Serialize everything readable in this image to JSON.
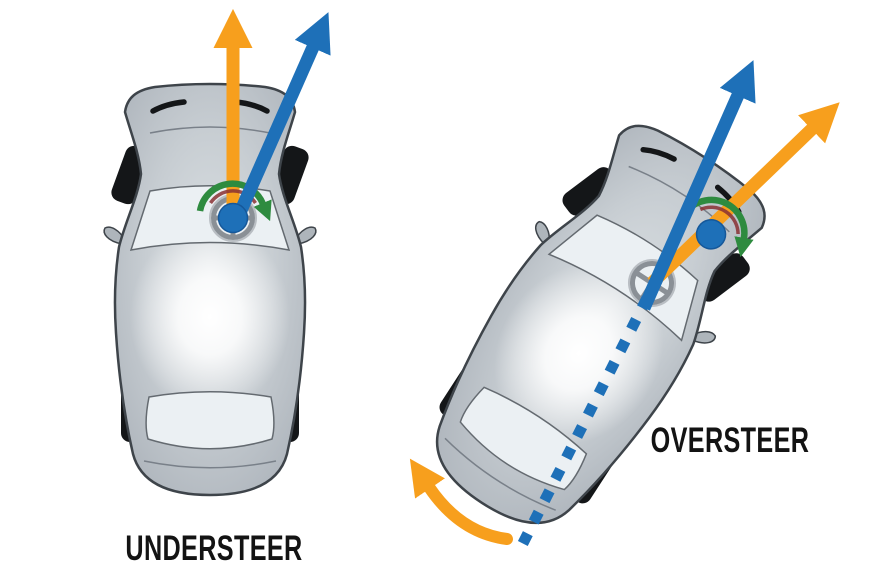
{
  "figure": {
    "title": "Understeer vs Oversteer top-view car diagram",
    "panels": [
      {
        "id": "understeer",
        "label": "UNDERSTEER"
      },
      {
        "id": "oversteer",
        "label": "OVERSTEER"
      }
    ],
    "icons": [
      "straight-orange-arrow",
      "angled-blue-arrow",
      "green-steering-rotation-arrow",
      "blue-dotted-intended-path",
      "orange-rear-swing-arrow",
      "steering-wheel",
      "car-top-view"
    ]
  },
  "colors": {
    "arrow_orange": "#F79F1D",
    "arrow_blue": "#1E70B8",
    "arc_green": "#2E8B3F",
    "arc_red": "#8A3032",
    "car_body_light": "#DCE1E4",
    "car_body_mid": "#C7CDD2",
    "car_body_dark": "#A5ACB4",
    "car_outline": "#3E444A",
    "tire": "#141618",
    "window": "#EBF0F3",
    "window_stroke": "#646A70",
    "wheel_ring": "#8A9096",
    "label_text": "#131313",
    "background": "#FFFFFF"
  }
}
